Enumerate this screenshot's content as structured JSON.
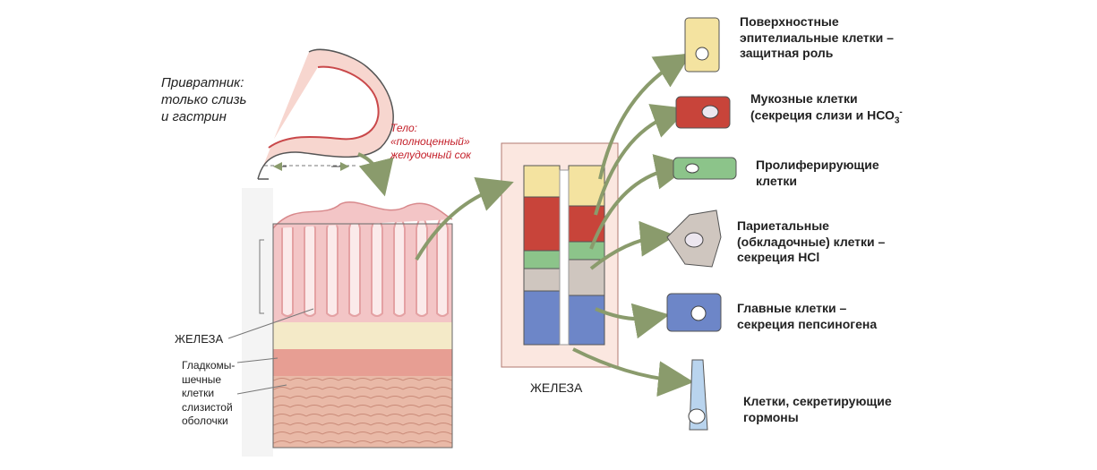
{
  "labels": {
    "pylorus": [
      "Привратник:",
      "только слизь",
      "и гастрин"
    ],
    "body": [
      "Тело:",
      "«полноценный»",
      "желудочный сок"
    ],
    "gland_left": "ЖЕЛЕЗА",
    "smooth_muscle": [
      "Гладкомы-",
      "шечные",
      "клетки",
      "слизистой",
      "оболочки"
    ],
    "gland_center": "ЖЕЛЕЗА",
    "surface_cells": [
      "Поверхностные",
      "эпителиальные клетки –",
      "защитная роль"
    ],
    "mucous_cells_line1": "Мукозные клетки",
    "mucous_cells_line2_prefix": "(секреция слизи и НСО",
    "mucous_cells_sub": "3",
    "mucous_cells_sup": "-",
    "proliferating_cells": [
      "Пролиферирующие",
      "клетки"
    ],
    "parietal_cells": [
      "Париетальные",
      "(обкладочные) клетки –",
      "секреция HCl"
    ],
    "chief_cells": [
      "Главные клетки –",
      "секреция пепсиногена"
    ],
    "hormone_cells": [
      "Клетки, секретирующие",
      "гормоны"
    ]
  },
  "colors": {
    "surface": "#f4e3a0",
    "mucous": "#c8443a",
    "proliferating": "#8cc48a",
    "parietal": "#cfc6bf",
    "chief": "#6d86c8",
    "hormone": "#b9d4ee",
    "arrow": "#dfe9c9",
    "arrow_stroke": "#8a9b6c",
    "gland_bg": "#fbe7e0"
  }
}
